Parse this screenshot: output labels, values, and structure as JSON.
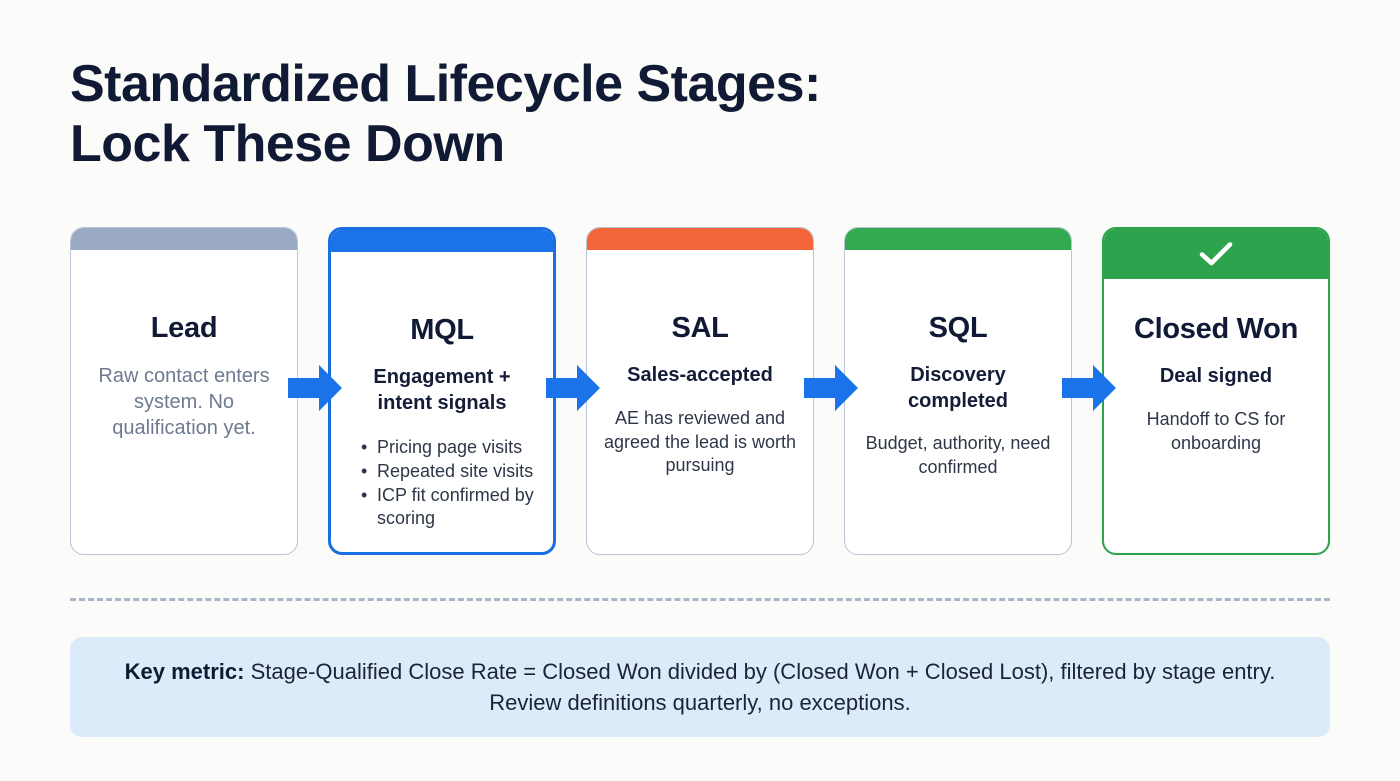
{
  "slide": {
    "title": "Standardized Lifecycle Stages:\nLock These Down",
    "background_color": "#fbfbf9",
    "title_color": "#111a35"
  },
  "stages": [
    {
      "name": "Lead",
      "subtitle": "Raw contact enters system. No qualification yet.",
      "subtitle_style": "muted",
      "detail": "",
      "bullets": [],
      "bar_color": "#9aaac4",
      "border_color": "#b9c4d4",
      "has_check": false
    },
    {
      "name": "MQL",
      "subtitle": "Engagement + intent signals",
      "subtitle_style": "bold",
      "detail": "",
      "bullets": [
        "Pricing page visits",
        "Repeated site visits",
        "ICP fit confirmed by scoring"
      ],
      "bar_color": "#1a73e8",
      "border_color": "#1a6fe0",
      "has_check": false
    },
    {
      "name": "SAL",
      "subtitle": "Sales-accepted",
      "subtitle_style": "bold",
      "detail": "AE has reviewed and agreed the lead is worth pursuing",
      "bullets": [],
      "bar_color": "#f4663a",
      "border_color": "#b9c4d4",
      "has_check": false
    },
    {
      "name": "SQL",
      "subtitle": "Discovery completed",
      "subtitle_style": "bold",
      "detail": "Budget, authority, need confirmed",
      "bullets": [],
      "bar_color": "#33aa52",
      "border_color": "#b9c4d4",
      "has_check": false
    },
    {
      "name": "Closed Won",
      "subtitle": "Deal signed",
      "subtitle_style": "bold",
      "detail": "Handoff to CS for onboarding",
      "bullets": [],
      "bar_color": "#2ea34e",
      "border_color": "#2ea34e",
      "has_check": true,
      "check_icon": "checkmark-icon"
    }
  ],
  "arrows": {
    "icon": "arrow-right-icon",
    "color": "#1a73e8",
    "count": 4
  },
  "divider": {
    "style": "dashed",
    "color": "#a9b5c9"
  },
  "key_metric": {
    "label": "Key metric:",
    "text": " Stage-Qualified Close Rate = Closed Won divided by (Closed Won + Closed Lost), filtered by stage entry. Review definitions quarterly, no exceptions.",
    "background_color": "#dcebfa"
  }
}
